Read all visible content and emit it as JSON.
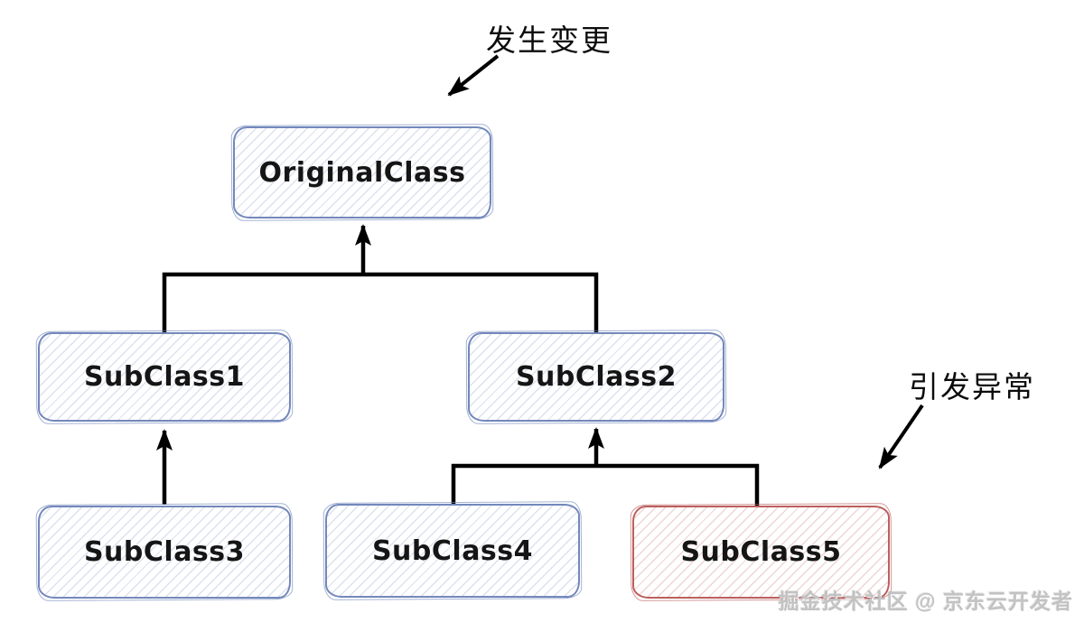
{
  "diagram": {
    "type": "class-inheritance-tree",
    "annotations": {
      "change": {
        "label": "发生变更",
        "target": "OriginalClass"
      },
      "exception": {
        "label": "引发异常",
        "target": "SubClass5"
      }
    },
    "nodes": [
      {
        "id": "original",
        "label": "OriginalClass",
        "variant": "blue"
      },
      {
        "id": "sub1",
        "label": "SubClass1",
        "variant": "blue"
      },
      {
        "id": "sub2",
        "label": "SubClass2",
        "variant": "blue"
      },
      {
        "id": "sub3",
        "label": "SubClass3",
        "variant": "blue"
      },
      {
        "id": "sub4",
        "label": "SubClass4",
        "variant": "blue"
      },
      {
        "id": "sub5",
        "label": "SubClass5",
        "variant": "red"
      }
    ],
    "edges": [
      {
        "from": "SubClass1",
        "to": "OriginalClass",
        "relation": "extends"
      },
      {
        "from": "SubClass2",
        "to": "OriginalClass",
        "relation": "extends"
      },
      {
        "from": "SubClass3",
        "to": "SubClass1",
        "relation": "extends"
      },
      {
        "from": "SubClass4",
        "to": "SubClass2",
        "relation": "extends"
      },
      {
        "from": "SubClass5",
        "to": "SubClass2",
        "relation": "extends"
      }
    ],
    "colors": {
      "blue_border": "#7388bb",
      "blue_hatch": "#dfe4f2",
      "red_border": "#bc5f5e",
      "red_hatch": "#f3dcda",
      "connector": "#000000",
      "label_text": "#151515"
    }
  },
  "watermark": {
    "text": "掘金技术社区 @ 京东云开发者"
  }
}
